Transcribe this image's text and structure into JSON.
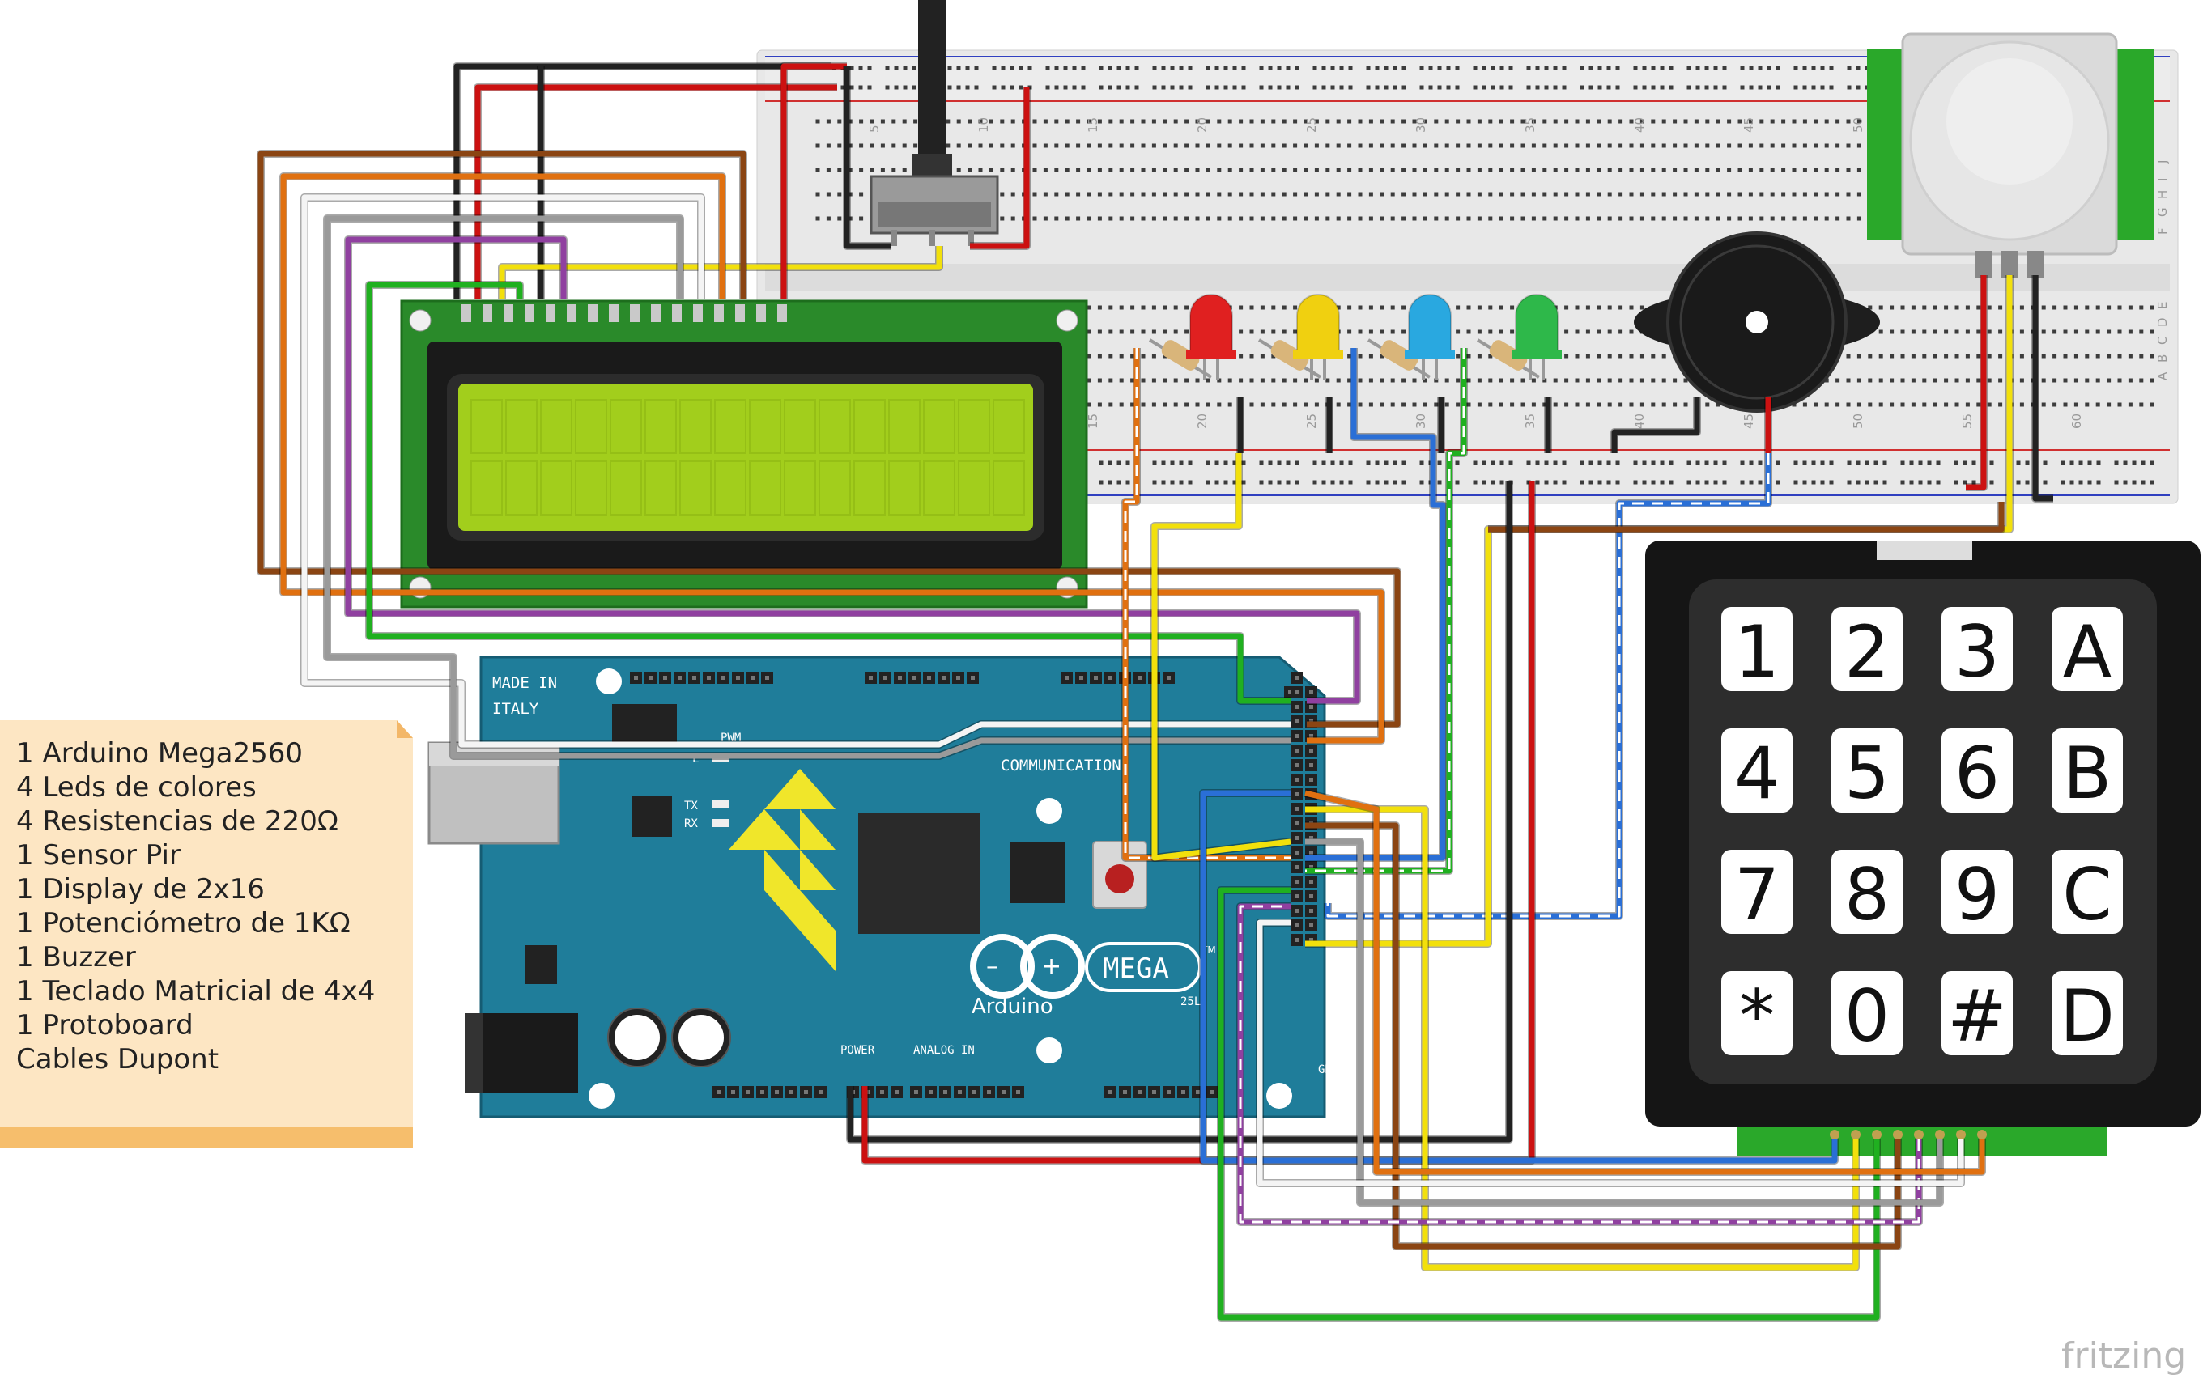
{
  "components_note": {
    "items": [
      "1 Arduino Mega2560",
      "4 Leds de colores",
      "4 Resistencias de 220Ω",
      "1 Sensor Pir",
      "1 Display de 2x16",
      "1 Potenciómetro de 1KΩ",
      "1 Buzzer",
      "1 Teclado Matricial de 4x4",
      "1 Protoboard",
      "Cables Dupont"
    ]
  },
  "keypad": {
    "keys": [
      "1",
      "2",
      "3",
      "A",
      "4",
      "5",
      "6",
      "B",
      "7",
      "8",
      "9",
      "C",
      "*",
      "0",
      "#",
      "D"
    ]
  },
  "arduino": {
    "made_in": "MADE IN",
    "country": "ITALY",
    "model": "MEGA",
    "brand": "Arduino",
    "communication": "COMMUNICATION",
    "power": "POWER",
    "analog_in": "ANALOG IN",
    "pwm": "PWM",
    "tx": "TX",
    "rx": "RX",
    "l": "L",
    "gnd": "GND",
    "tm": "TM",
    "rev": "25L"
  },
  "breadboard": {
    "column_numbers": [
      "5",
      "10",
      "15",
      "20",
      "25",
      "30",
      "35",
      "40",
      "45",
      "50",
      "55",
      "60"
    ],
    "row_letters": [
      "A",
      "B",
      "C",
      "D",
      "E",
      "F",
      "G",
      "H",
      "I",
      "J"
    ]
  },
  "leds": {
    "colors": [
      "#e02020",
      "#f0d010",
      "#29a8e0",
      "#2eb84a"
    ]
  },
  "wire_colors": {
    "red": "#cc1111",
    "black": "#222222",
    "yellow": "#f2e00c",
    "green": "#20b020",
    "blue": "#2a6fd6",
    "orange": "#e07010",
    "brown": "#8b4513",
    "purple": "#9040a0",
    "gray": "#9a9a9a",
    "white": "#f4f4f4"
  },
  "brand_mark": "fritzing"
}
